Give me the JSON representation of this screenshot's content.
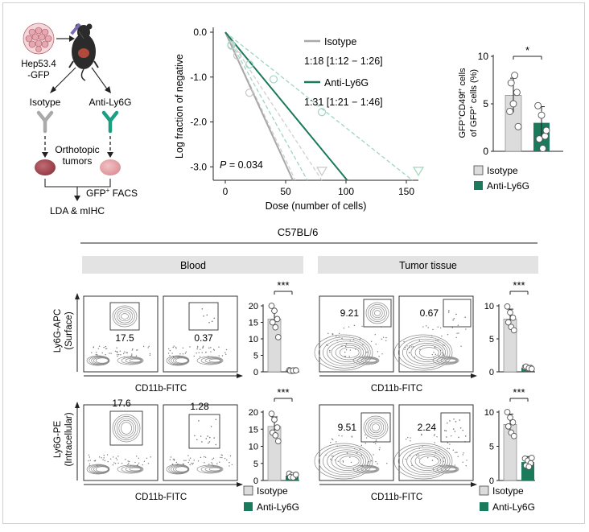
{
  "schematic": {
    "cell_label_1": "Hep53.4",
    "cell_label_2": "-GFP",
    "isotype": "Isotype",
    "anti": "Anti-Ly6G",
    "tumors_1": "Orthotopic",
    "tumors_2": "tumors",
    "facs_gfp": "GFP",
    "facs_sup": "+",
    "facs_tail": " FACS",
    "readout": "LDA & mIHC"
  },
  "colors": {
    "isotype": "#a8a8a8",
    "anti": "#1b7a5c",
    "anti_light": "#9fd6bf",
    "bar_isotype": "#dcdcdc",
    "bar_anti": "#1b7a5c"
  },
  "chart_data": [
    {
      "type": "line",
      "panel": "limiting-dilution",
      "ylabel": "Log fraction of negative",
      "xlabel": "Dose (number of cells)",
      "xlim": [
        0,
        160
      ],
      "ylim": [
        -3.3,
        0
      ],
      "xticks": [
        "0",
        "50",
        "100",
        "150"
      ],
      "yticks": [
        "0.0",
        "-1.0",
        "-2.0",
        "-3.0"
      ],
      "p_label": "P",
      "p_value": "= 0.034",
      "series": [
        {
          "name": "Isotype",
          "stat": "1:18 [1:12 − 1:26]",
          "points": [
            [
              5,
              -0.3
            ],
            [
              10,
              -0.52
            ],
            [
              20,
              -1.35
            ]
          ],
          "fit_x_end": 56
        },
        {
          "name": "Anti-Ly6G",
          "stat": "1:31 [1:21 − 1:46]",
          "points": [
            [
              5,
              -0.28
            ],
            [
              20,
              -0.72
            ],
            [
              40,
              -1.05
            ],
            [
              80,
              -1.78
            ]
          ],
          "fit_x_end": 101
        }
      ],
      "censored_points": [
        [
          80,
          -3.1
        ],
        [
          160,
          -3.1
        ]
      ]
    },
    {
      "type": "bar",
      "panel": "gfp-cd49f",
      "ylabel_1": "GFP",
      "ylabel_2": "CD49f",
      "ylabel_3": " cells",
      "ylabel_4": "of GFP",
      "ylabel_5": " cells (%)",
      "ylim": [
        0,
        10
      ],
      "yticks": [
        "0",
        "5",
        "10"
      ],
      "significance": "*",
      "categories": [
        "Isotype",
        "Anti-Ly6G"
      ],
      "values": [
        5.9,
        3.0
      ],
      "errors": [
        1.8,
        1.7
      ],
      "points": [
        [
          4.2,
          5.0,
          6.2,
          7.2,
          8.0,
          2.6
        ],
        [
          4.8,
          3.8,
          1.6,
          1.3,
          0.3,
          2.2
        ]
      ]
    },
    {
      "type": "bar",
      "panel": "blood-surface",
      "ylim": [
        0,
        20
      ],
      "yticks": [
        "0",
        "5",
        "10",
        "15",
        "20"
      ],
      "significance": "***",
      "categories": [
        "Isotype",
        "Anti-Ly6G"
      ],
      "values": [
        16,
        0.4
      ],
      "errors": [
        2.5,
        0.2
      ],
      "points": [
        [
          20,
          18.5,
          16,
          15,
          13.5,
          10.5
        ],
        [
          0.5,
          0.3,
          0.4,
          0.35,
          0.4,
          0.45
        ]
      ]
    },
    {
      "type": "bar",
      "panel": "tumor-surface",
      "ylim": [
        0,
        10
      ],
      "yticks": [
        "0",
        "5",
        "10"
      ],
      "significance": "***",
      "categories": [
        "Isotype",
        "Anti-Ly6G"
      ],
      "values": [
        8.0,
        0.6
      ],
      "errors": [
        1.5,
        0.3
      ],
      "points": [
        [
          9.9,
          9.0,
          8.2,
          7.5,
          6.8,
          6.3
        ],
        [
          0.7,
          0.5,
          0.6,
          0.8,
          0.55,
          0.45
        ]
      ]
    },
    {
      "type": "bar",
      "panel": "blood-intracellular",
      "ylim": [
        0,
        20
      ],
      "yticks": [
        "0",
        "5",
        "10",
        "15",
        "20"
      ],
      "significance": "***",
      "categories": [
        "Isotype",
        "Anti-Ly6G"
      ],
      "values": [
        15.8,
        1.4
      ],
      "errors": [
        2.8,
        0.6
      ],
      "points": [
        [
          19.5,
          17.8,
          15.5,
          14.0,
          13.2,
          11.5
        ],
        [
          2.0,
          1.5,
          1.2,
          1.0,
          0.9,
          1.7
        ]
      ]
    },
    {
      "type": "bar",
      "panel": "tumor-intracellular",
      "ylim": [
        0,
        10
      ],
      "yticks": [
        "0",
        "5",
        "10"
      ],
      "significance": "***",
      "categories": [
        "Isotype",
        "Anti-Ly6G"
      ],
      "values": [
        8.2,
        2.7
      ],
      "errors": [
        1.5,
        0.8
      ],
      "points": [
        [
          10.0,
          9.2,
          8.5,
          7.9,
          7.0,
          6.5
        ],
        [
          3.2,
          2.9,
          2.5,
          2.2,
          2.0,
          3.3
        ]
      ]
    }
  ],
  "flow": {
    "strain": "C57BL/6",
    "blood_label": "Blood",
    "tumor_label": "Tumor tissue",
    "row1_ylabel": "Ly6G-APC",
    "row1_ysub": "(Surface)",
    "row2_ylabel": "Ly6G-PE",
    "row2_ysub": "(Intracellular)",
    "xlabel": "CD11b-FITC",
    "gates": [
      "17.5",
      "0.37",
      "9.21",
      "0.67",
      "17.6",
      "1.28",
      "9.51",
      "2.24"
    ],
    "legend_isotype": "Isotype",
    "legend_anti": "Anti-Ly6G"
  }
}
